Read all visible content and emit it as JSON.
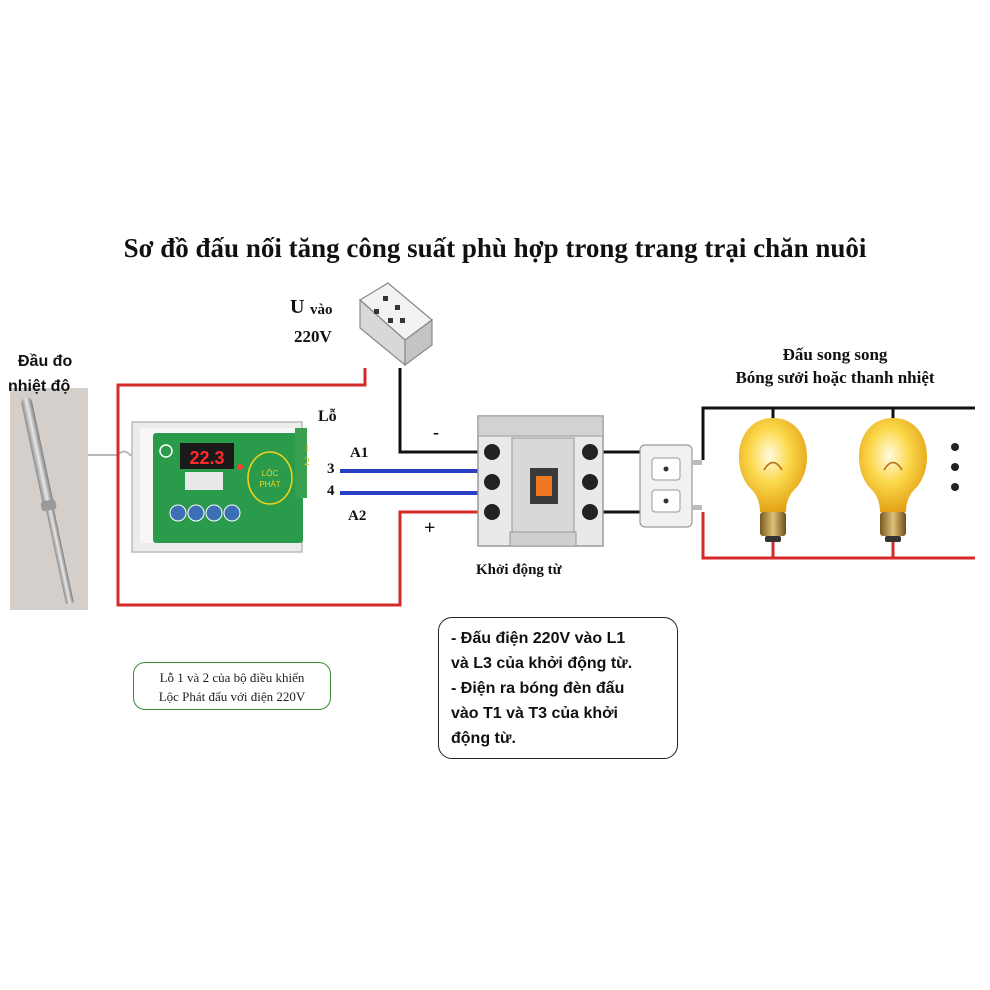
{
  "title": "Sơ đồ đấu nối tăng công suất phù hợp trong trang trại chăn nuôi",
  "sensor_label": [
    "Đầu đo",
    "nhiệt độ"
  ],
  "supply_label": {
    "u": "U",
    "vao": "vào",
    "voltage": "220V"
  },
  "lo_label": "Lỗ",
  "terminal_numbers": {
    "t1": "1",
    "t2": "2",
    "t3": "3",
    "t4": "4"
  },
  "coil_labels": {
    "a1": "A1",
    "a2": "A2"
  },
  "polarity": {
    "minus": "-",
    "plus": "+"
  },
  "contactor_label": "Khởi động từ",
  "parallel_label": [
    "Đấu song song",
    "Bóng sưởi hoặc thanh nhiệt"
  ],
  "controller_display": "22.3",
  "controller_logo": [
    "LỘC",
    "PHÁT"
  ],
  "controller_note": [
    "Lỗ 1 và 2 của bộ điều khiển",
    "Lộc Phát đấu với điện 220V"
  ],
  "instructions": [
    "- Đấu điện 220V vào L1",
    "và L3 của khởi động từ.",
    "- Điện ra bóng đèn đấu",
    "vào T1 và T3 của khởi",
    "động từ."
  ],
  "colors": {
    "red_wire": "#d42a2a",
    "blue_wire": "#2b3fc4",
    "black_wire": "#111111",
    "controller_green": "#2a9b4b",
    "bulb_yellow": "#f6c21d"
  }
}
